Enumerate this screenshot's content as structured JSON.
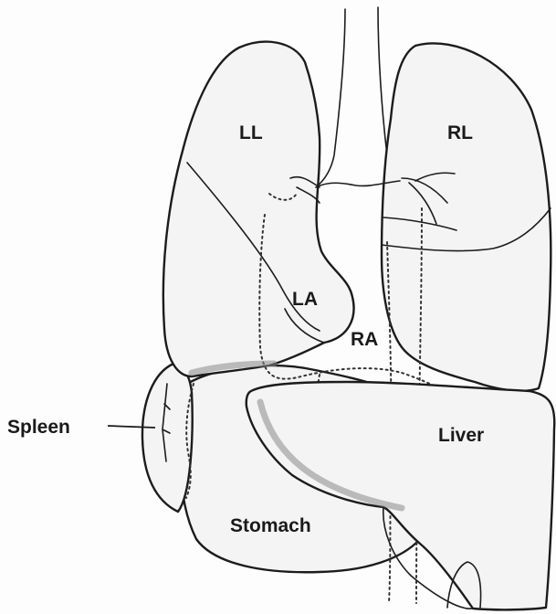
{
  "diagram": {
    "labels": {
      "ll": "LL",
      "rl": "RL",
      "la": "LA",
      "ra": "RA",
      "liver": "Liver",
      "stomach": "Stomach",
      "spleen": "Spleen"
    }
  }
}
